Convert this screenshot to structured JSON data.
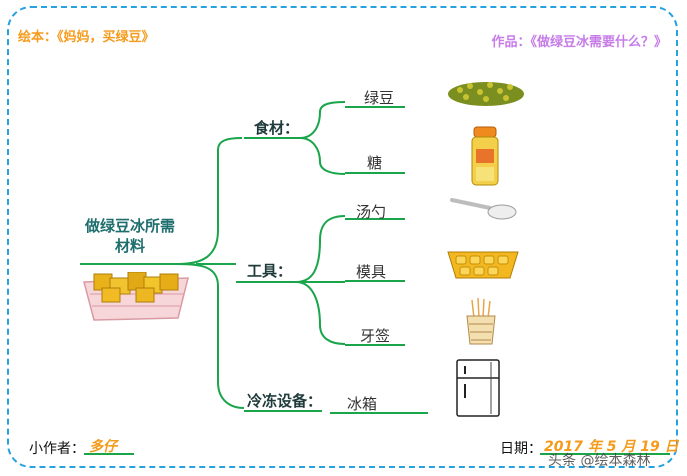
{
  "header": {
    "book_label": "绘本：《妈妈，买绿豆》",
    "work_label": "作品：《做绿豆冰需要什么？》"
  },
  "map": {
    "title": "做绿豆冰所需材料",
    "categories": [
      {
        "label": "食材：",
        "items": [
          "绿豆",
          "糖"
        ]
      },
      {
        "label": "工具：",
        "items": [
          "汤勺",
          "模具",
          "牙签"
        ]
      },
      {
        "label": "冷冻设备：",
        "items": [
          "冰箱"
        ]
      }
    ]
  },
  "footer": {
    "author_label": "小作者：",
    "author_name": "多仔",
    "date_label": "日期：",
    "date_value": "2017 年 5 月 19 日",
    "watermark": "头条 @绘本森林"
  },
  "colors": {
    "frame": "#27a2de",
    "branch": "#1aa54a",
    "header_left": "#f59b1c",
    "header_right": "#c77ce8"
  }
}
